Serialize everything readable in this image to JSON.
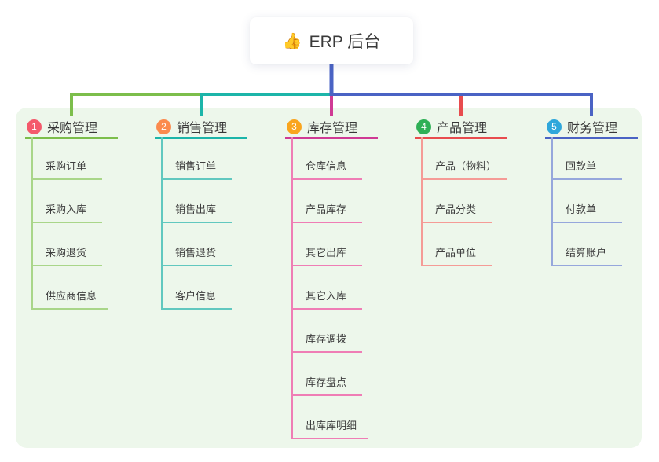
{
  "root": {
    "icon": "👍",
    "title": "ERP 后台",
    "line_color": "#4A63C4"
  },
  "panel_color": "#EDF7EB",
  "branches": [
    {
      "num": "1",
      "label": "采购管理",
      "badge_color": "#F4596B",
      "line_color": "#7CBE4B",
      "child_line_color": "#A9D689",
      "children": [
        "采购订单",
        "采购入库",
        "采购退货",
        "供应商信息"
      ]
    },
    {
      "num": "2",
      "label": "销售管理",
      "badge_color": "#FB8A4D",
      "line_color": "#1CB5A9",
      "child_line_color": "#61C8BF",
      "children": [
        "销售订单",
        "销售出库",
        "销售退货",
        "客户信息"
      ]
    },
    {
      "num": "3",
      "label": "库存管理",
      "badge_color": "#F9A51E",
      "line_color": "#CF3A94",
      "child_line_color": "#EF7DB5",
      "children": [
        "仓库信息",
        "产品库存",
        "其它出库",
        "其它入库",
        "库存调拨",
        "库存盘点",
        "出库库明细"
      ]
    },
    {
      "num": "4",
      "label": "产品管理",
      "badge_color": "#2FB056",
      "line_color": "#E84C4E",
      "child_line_color": "#F59B96",
      "children": [
        "产品（物料）",
        "产品分类",
        "产品单位"
      ]
    },
    {
      "num": "5",
      "label": "财务管理",
      "badge_color": "#2FA7DB",
      "line_color": "#4A63C4",
      "child_line_color": "#96A7DC",
      "children": [
        "回款单",
        "付款单",
        "结算账户"
      ]
    }
  ]
}
